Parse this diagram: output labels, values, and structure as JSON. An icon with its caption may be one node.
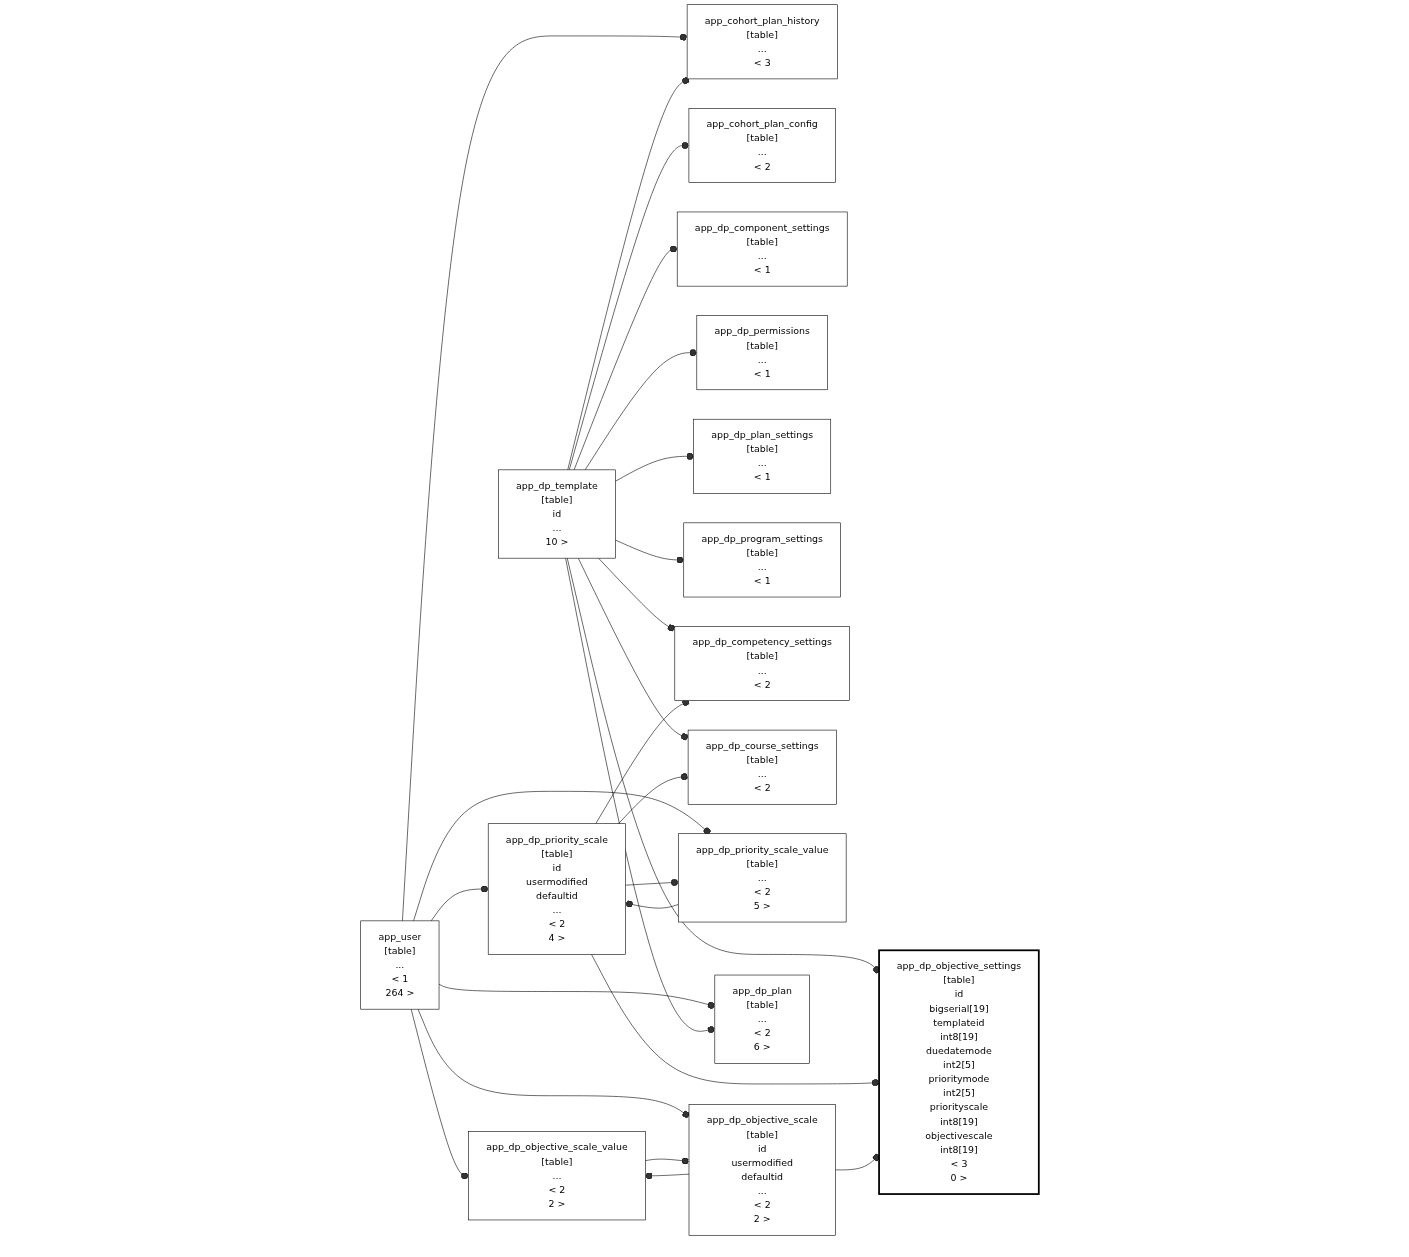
{
  "diagram": {
    "nodes": [
      {
        "text": [
          "app_cohort_plan_history",
          "[table]",
          "...",
          "< 3"
        ]
      },
      {
        "text": [
          "app_cohort_plan_config",
          "[table]",
          "...",
          "< 2"
        ]
      },
      {
        "text": [
          "app_dp_component_settings",
          "[table]",
          "...",
          "< 1"
        ]
      },
      {
        "text": [
          "app_dp_permissions",
          "[table]",
          "...",
          "< 1"
        ]
      },
      {
        "text": [
          "app_dp_plan_settings",
          "[table]",
          "...",
          "< 1"
        ]
      },
      {
        "text": [
          "app_dp_template",
          "[table]",
          "id",
          "...",
          "10 >"
        ]
      },
      {
        "text": [
          "app_dp_program_settings",
          "[table]",
          "...",
          "< 1"
        ]
      },
      {
        "text": [
          "app_dp_competency_settings",
          "[table]",
          "...",
          "< 2"
        ]
      },
      {
        "text": [
          "app_dp_priority_scale",
          "[table]",
          "id",
          "usermodified",
          "defaultid",
          "...",
          "< 2",
          "4 >"
        ]
      },
      {
        "text": [
          "app_dp_course_settings",
          "[table]",
          "...",
          "< 2"
        ]
      },
      {
        "text": [
          "app_dp_priority_scale_value",
          "[table]",
          "...",
          "< 2",
          "5 >"
        ]
      },
      {
        "text": [
          "app_dp_objective_settings",
          "[table]",
          "id",
          "bigserial[19]",
          "templateid",
          "int8[19]",
          "duedatemode",
          "int2[5]",
          "prioritymode",
          "int2[5]",
          "priorityscale",
          "int8[19]",
          "objectivescale",
          "int8[19]",
          "< 3",
          "0 >"
        ]
      },
      {
        "text": [
          "app_user",
          "[table]",
          "...",
          "< 1",
          "264 >"
        ]
      },
      {
        "text": [
          "app_dp_objective_scale_value",
          "[table]",
          "...",
          "< 2",
          "2 >"
        ]
      },
      {
        "text": [
          "app_dp_objective_scale",
          "[table]",
          "id",
          "usermodified",
          "defaultid",
          "...",
          "< 2",
          "2 >"
        ]
      },
      {
        "text": [
          "app_dp_plan",
          "[table]",
          "...",
          "< 2",
          "6 >"
        ]
      }
    ],
    "edges": [
      {
        "from": 12,
        "to": 0,
        "arrow": "other"
      },
      {
        "from": 5,
        "to": 0,
        "arrow": "other"
      },
      {
        "from": 5,
        "to": 1,
        "arrow": "other"
      },
      {
        "from": 5,
        "to": 2,
        "arrow": "other"
      },
      {
        "from": 5,
        "to": 3,
        "arrow": "other"
      },
      {
        "from": 5,
        "to": 4,
        "arrow": "other"
      },
      {
        "from": 5,
        "to": 6,
        "arrow": "other"
      },
      {
        "from": 5,
        "to": 7,
        "arrow": "other"
      },
      {
        "from": 8,
        "to": 7,
        "arrow": "other"
      },
      {
        "from": 5,
        "to": 9,
        "arrow": "other"
      },
      {
        "from": 8,
        "to": 9,
        "arrow": "other"
      },
      {
        "from": 5,
        "to": 11,
        "arrow": "other"
      },
      {
        "from": 8,
        "to": 11,
        "arrow": "other"
      },
      {
        "from": 14,
        "to": 11,
        "arrow": "other"
      },
      {
        "from": 12,
        "to": 10,
        "arrow": "other"
      },
      {
        "from": 8,
        "to": 10,
        "arrow": "other"
      },
      {
        "from": 12,
        "to": 8,
        "arrow": "other"
      },
      {
        "from": 10,
        "to": 8,
        "arrow": "other"
      },
      {
        "from": 12,
        "to": 13,
        "arrow": "other"
      },
      {
        "from": 14,
        "to": 13,
        "arrow": "other"
      },
      {
        "from": 12,
        "to": 14,
        "arrow": "other"
      },
      {
        "from": 13,
        "to": 14,
        "arrow": "other"
      },
      {
        "from": 12,
        "to": 15,
        "arrow": "other"
      },
      {
        "from": 5,
        "to": 15,
        "arrow": "other"
      }
    ]
  }
}
